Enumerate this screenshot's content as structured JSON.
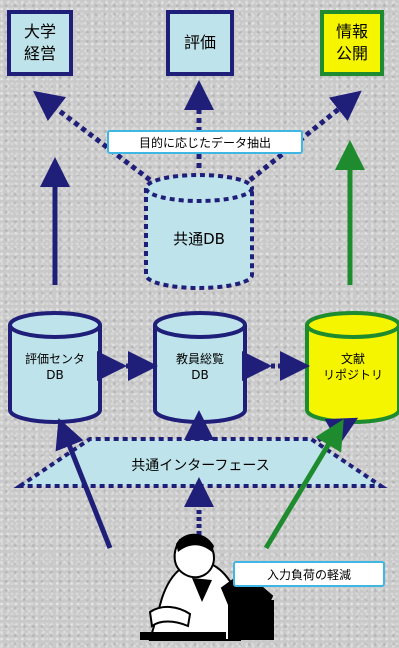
{
  "boxes": {
    "management": "大学\n経営",
    "evaluation": "評価",
    "disclosure": "情報\n公開"
  },
  "purpose_label": "目的に応じたデータ抽出",
  "common_db": "共通DB",
  "databases": {
    "eval_center": "評価センタ\nDB",
    "faculty_list": "教員総覧\nDB",
    "repository": "文献\nリポジトリ"
  },
  "interface_label": "共通インターフェース",
  "input_label": "入力負荷の軽減",
  "colors": {
    "navy": "#1f1f7a",
    "light_blue": "#bfe3ea",
    "yellow": "#f5f500",
    "green": "#1e8c2e",
    "callout_border": "#3fb7e2"
  }
}
